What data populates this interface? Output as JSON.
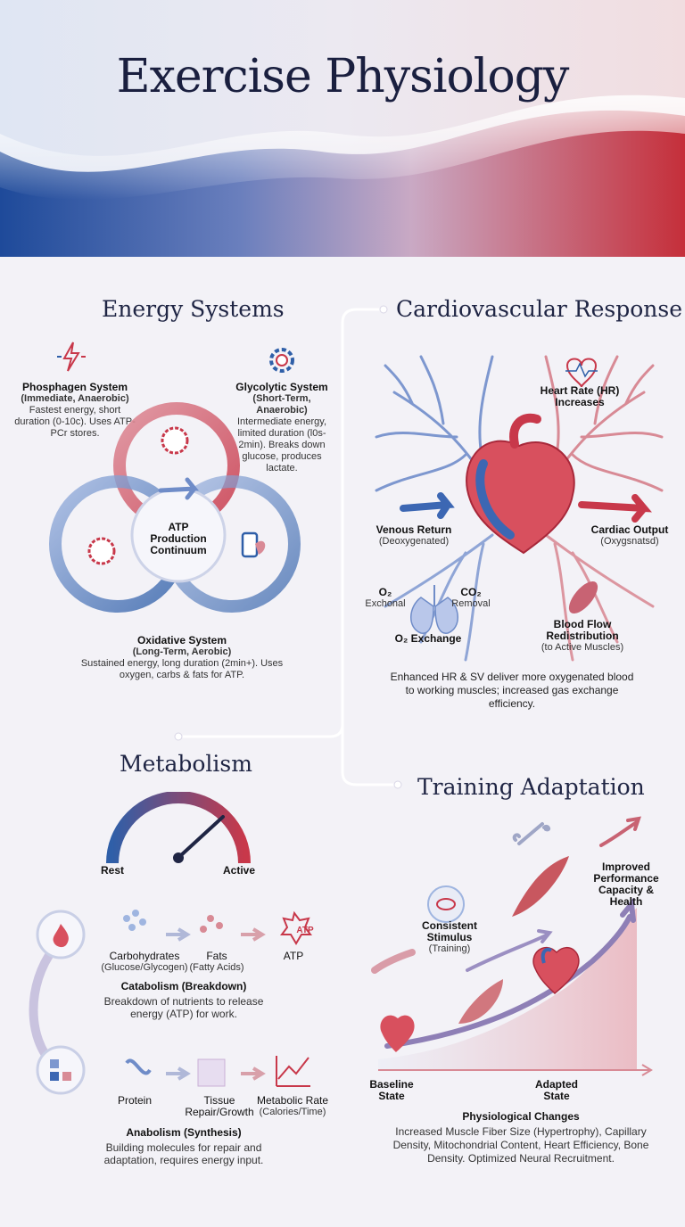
{
  "title": "Exercise Physiology",
  "energy": {
    "title": "Energy Systems",
    "center": "ATP Production Continuum",
    "phosphagen": {
      "name": "Phosphagen System",
      "sub": "(Immediate, Anaerobic)",
      "desc": "Fastest energy, short duration (0-10c). Uses ATP-PCr stores."
    },
    "glycolytic": {
      "name": "Glycolytic System",
      "sub": "(Short-Term, Anaerobic)",
      "desc": "Intermediate energy, limited duration (l0s-2min). Breaks down glucose, produces lactate."
    },
    "oxidative": {
      "name": "Oxidative System",
      "sub": "(Long-Term, Aerobic)",
      "desc": "Sustained energy, long duration (2min+). Uses oxygen, carbs & fats for ATP."
    }
  },
  "cardio": {
    "title": "Cardiovascular Response",
    "heart_rate": "Heart Rate (HR) Increases",
    "venous": "Venous Return",
    "venous_sub": "(Deoxygenated)",
    "output": "Cardiac Output",
    "output_sub": "(Oxygsnatsd)",
    "o2": "O₂",
    "o2_sub": "Exchonal",
    "co2": "CO₂",
    "co2_sub": "Removal",
    "exchange": "O₂ Exchange",
    "blood_flow": "Blood Flow Redistribution",
    "blood_flow_sub": "(to Active Muscles)",
    "summary": "Enhanced HR & SV deliver more oxygenated blood to working muscles; increased gas exchange efficiency."
  },
  "metabolism": {
    "title": "Metabolism",
    "rest": "Rest",
    "active": "Active",
    "carbs": "Carbohydrates",
    "carbs_sub": "(Glucose/Glycogen)",
    "fats": "Fats",
    "fats_sub": "(Fatty Acids)",
    "atp": "ATP",
    "catabolism": "Catabolism (Breakdown)",
    "catabolism_desc": "Breakdown of nutrients to release energy (ATP) for work.",
    "protein": "Protein",
    "tissue": "Tissue Repair/Growth",
    "rate": "Metabolic Rate",
    "rate_sub": "(Calories/Time)",
    "anabolism": "Anabolism (Synthesis)",
    "anabolism_desc": "Building molecules for repair and adaptation, requires energy input."
  },
  "training": {
    "title": "Training Adaptation",
    "stimulus": "Consistent Stimulus",
    "stimulus_sub": "(Training)",
    "improved": "Improved Performance Capacity & Health",
    "baseline": "Baseline State",
    "adapted": "Adapted State",
    "changes": "Physiological Changes",
    "changes_desc": "Increased Muscle Fiber Size (Hypertrophy), Capillary Density, Mitochondrial Content, Heart Efficiency, Bone Density. Optimized Neural Recruitment."
  },
  "colors": {
    "blue": "#2f5fa8",
    "red": "#c8384a",
    "navy": "#1a1f3f"
  }
}
